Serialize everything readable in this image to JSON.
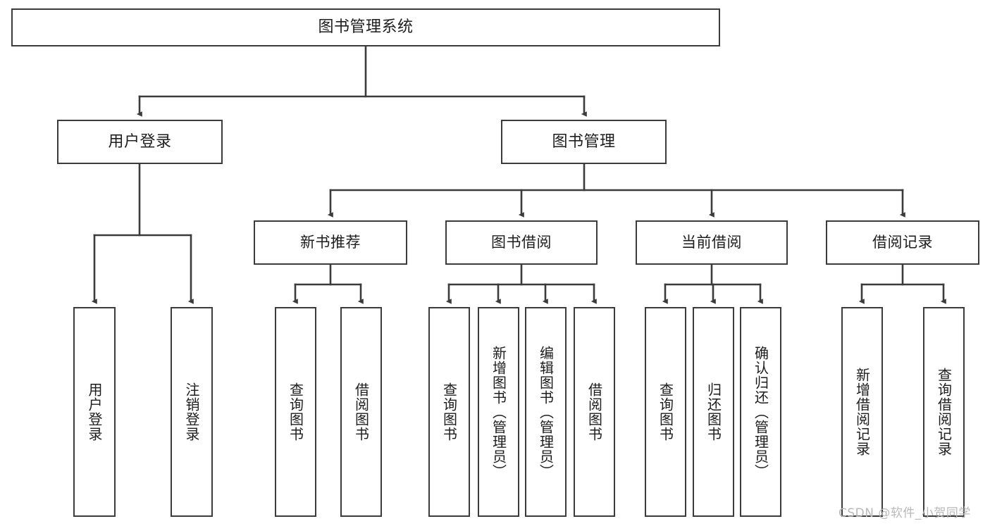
{
  "diagram": {
    "title": "图书管理系统",
    "type": "tree-hierarchy-chart",
    "stroke_color": "#3b3b3b",
    "fill_color": "#ffffff",
    "text_color": "#1d1d1d",
    "nodes": {
      "root": {
        "label": "图书管理系统"
      },
      "level1": [
        {
          "label": "用户登录"
        },
        {
          "label": "图书管理"
        }
      ],
      "level2": [
        {
          "label": "新书推荐"
        },
        {
          "label": "图书借阅"
        },
        {
          "label": "当前借阅"
        },
        {
          "label": "借阅记录"
        }
      ],
      "leaves": [
        {
          "label": "用户登录"
        },
        {
          "label": "注销登录"
        },
        {
          "label": "查询图书"
        },
        {
          "label": "借阅图书"
        },
        {
          "label": "查询图书"
        },
        {
          "label": "新增图书（管理员）"
        },
        {
          "label": "编辑图书（管理员）"
        },
        {
          "label": "借阅图书"
        },
        {
          "label": "查询图书"
        },
        {
          "label": "归还图书"
        },
        {
          "label": "确认归还（管理员）"
        },
        {
          "label": "新增借阅记录"
        },
        {
          "label": "查询借阅记录"
        }
      ]
    },
    "watermark": "CSDN @软件_小贺同学"
  }
}
